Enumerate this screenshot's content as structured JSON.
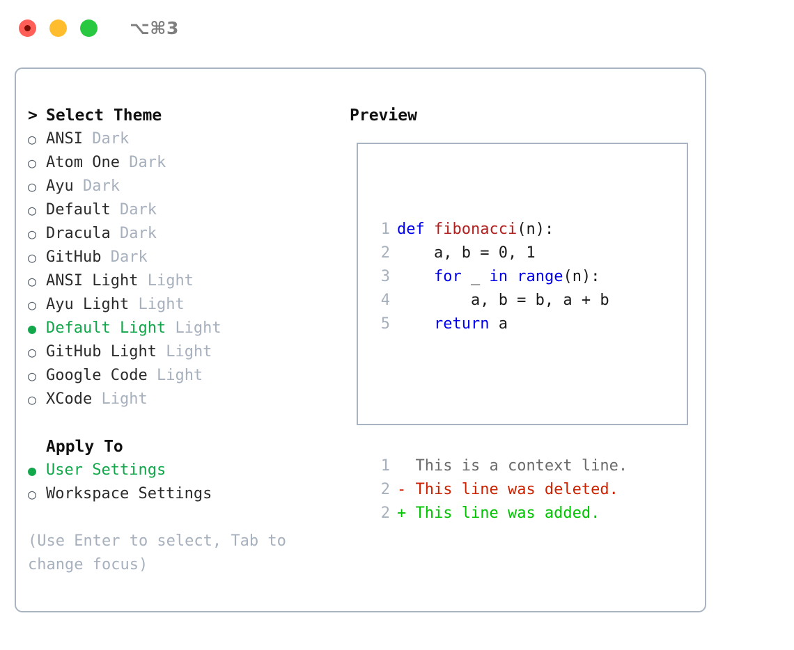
{
  "window": {
    "traffic_lights": [
      "close-button",
      "minimize-button",
      "maximize-button"
    ],
    "shortcut": "⌥⌘3"
  },
  "theme_panel": {
    "header": "Select Theme",
    "header_caret": ">",
    "bullet_selected": "●",
    "bullet_unselected": "○",
    "items": [
      {
        "name": "ANSI",
        "variant": "Dark",
        "selected": false
      },
      {
        "name": "Atom One",
        "variant": "Dark",
        "selected": false
      },
      {
        "name": "Ayu",
        "variant": "Dark",
        "selected": false
      },
      {
        "name": "Default",
        "variant": "Dark",
        "selected": false
      },
      {
        "name": "Dracula",
        "variant": "Dark",
        "selected": false
      },
      {
        "name": "GitHub",
        "variant": "Dark",
        "selected": false
      },
      {
        "name": "ANSI Light",
        "variant": "Light",
        "selected": false
      },
      {
        "name": "Ayu Light",
        "variant": "Light",
        "selected": false
      },
      {
        "name": "Default Light",
        "variant": "Light",
        "selected": true
      },
      {
        "name": "GitHub Light",
        "variant": "Light",
        "selected": false
      },
      {
        "name": "Google Code",
        "variant": "Light",
        "selected": false
      },
      {
        "name": "XCode",
        "variant": "Light",
        "selected": false
      }
    ]
  },
  "apply_to": {
    "header": "Apply To",
    "options": [
      {
        "label": "User Settings",
        "selected": true
      },
      {
        "label": "Workspace Settings",
        "selected": false
      }
    ]
  },
  "hint": "(Use Enter to select, Tab to change focus)",
  "preview": {
    "title": "Preview",
    "code_lines": [
      {
        "no": "1",
        "segments": [
          {
            "text": "def ",
            "kind": "kw"
          },
          {
            "text": "fibonacci",
            "kind": "fn"
          },
          {
            "text": "(n):",
            "kind": "plain"
          }
        ]
      },
      {
        "no": "2",
        "segments": [
          {
            "text": "    a, b = 0, 1",
            "kind": "plain"
          }
        ]
      },
      {
        "no": "3",
        "segments": [
          {
            "text": "    ",
            "kind": "plain"
          },
          {
            "text": "for",
            "kind": "kw"
          },
          {
            "text": " _ ",
            "kind": "plain"
          },
          {
            "text": "in",
            "kind": "kw"
          },
          {
            "text": " ",
            "kind": "plain"
          },
          {
            "text": "range",
            "kind": "kw"
          },
          {
            "text": "(n):",
            "kind": "plain"
          }
        ]
      },
      {
        "no": "4",
        "segments": [
          {
            "text": "        a, b = b, a + b",
            "kind": "plain"
          }
        ]
      },
      {
        "no": "5",
        "segments": [
          {
            "text": "    ",
            "kind": "plain"
          },
          {
            "text": "return",
            "kind": "kw"
          },
          {
            "text": " a",
            "kind": "plain"
          }
        ]
      }
    ],
    "diff_lines": [
      {
        "no": "1",
        "marker": " ",
        "text": "This is a context line.",
        "kind": "ctx"
      },
      {
        "no": "2",
        "marker": "-",
        "text": "This line was deleted.",
        "kind": "del"
      },
      {
        "no": "2",
        "marker": "+",
        "text": "This line was added.",
        "kind": "add"
      }
    ]
  },
  "colors": {
    "accent_green": "#12a74b",
    "muted": "#a7b0bd",
    "border": "#a9b4c2",
    "keyword_blue": "#0000ee",
    "function_red": "#b32020",
    "diff_delete": "#cc2200",
    "diff_add": "#00c400",
    "traffic_red": "#ff5f57",
    "traffic_yellow": "#ffbd2e",
    "traffic_green": "#28c840"
  }
}
